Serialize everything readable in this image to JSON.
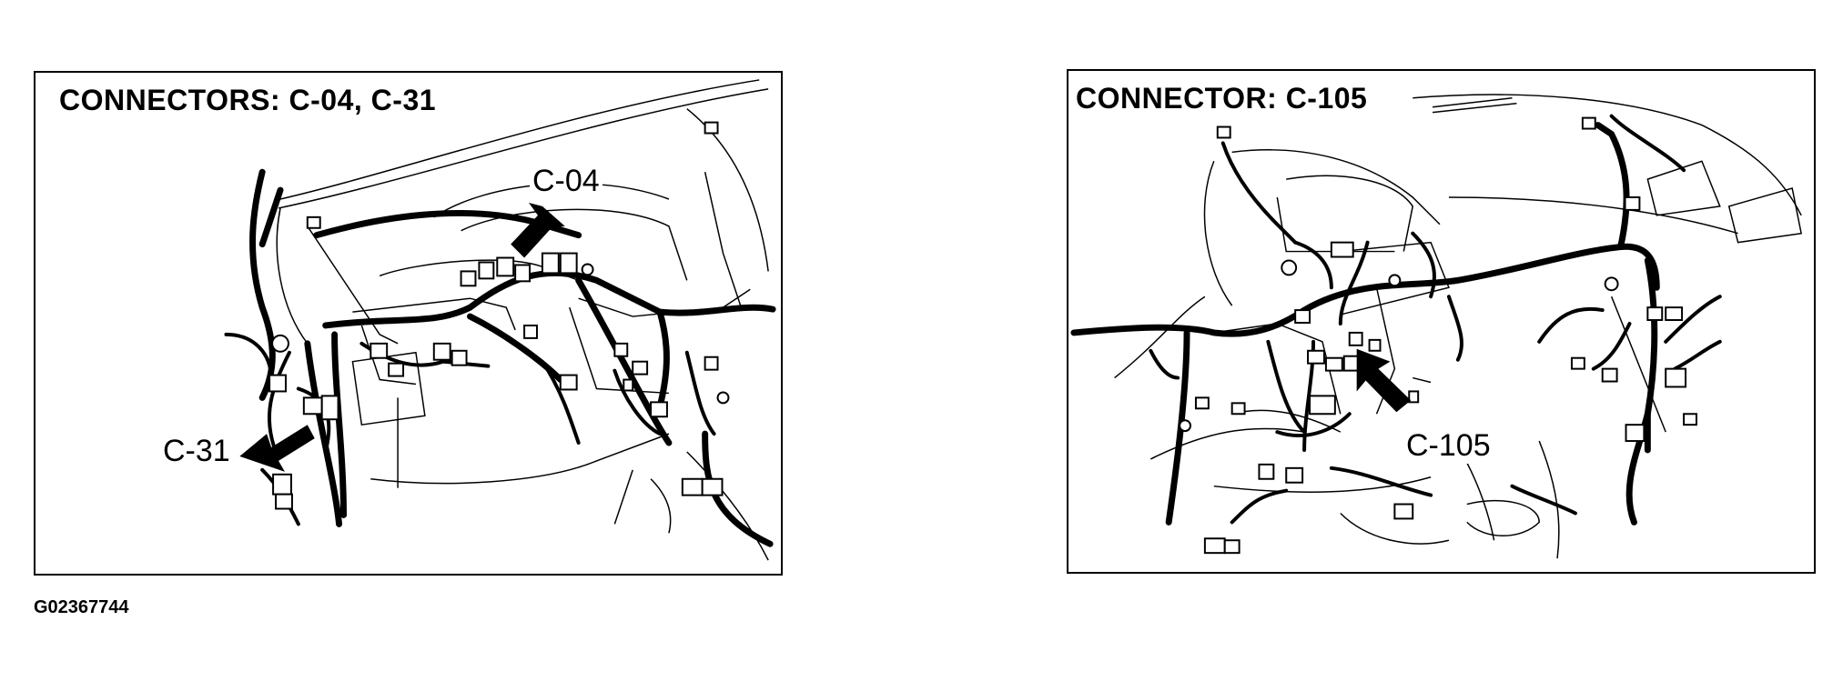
{
  "panels": [
    {
      "title": "CONNECTORS: C-04, C-31",
      "callouts": [
        "C-04",
        "C-31"
      ]
    },
    {
      "title": "CONNECTOR: C-105",
      "callouts": [
        "C-105"
      ]
    }
  ],
  "figure_code": "G02367744",
  "colors": {
    "ink": "#000000",
    "paper": "#ffffff"
  }
}
